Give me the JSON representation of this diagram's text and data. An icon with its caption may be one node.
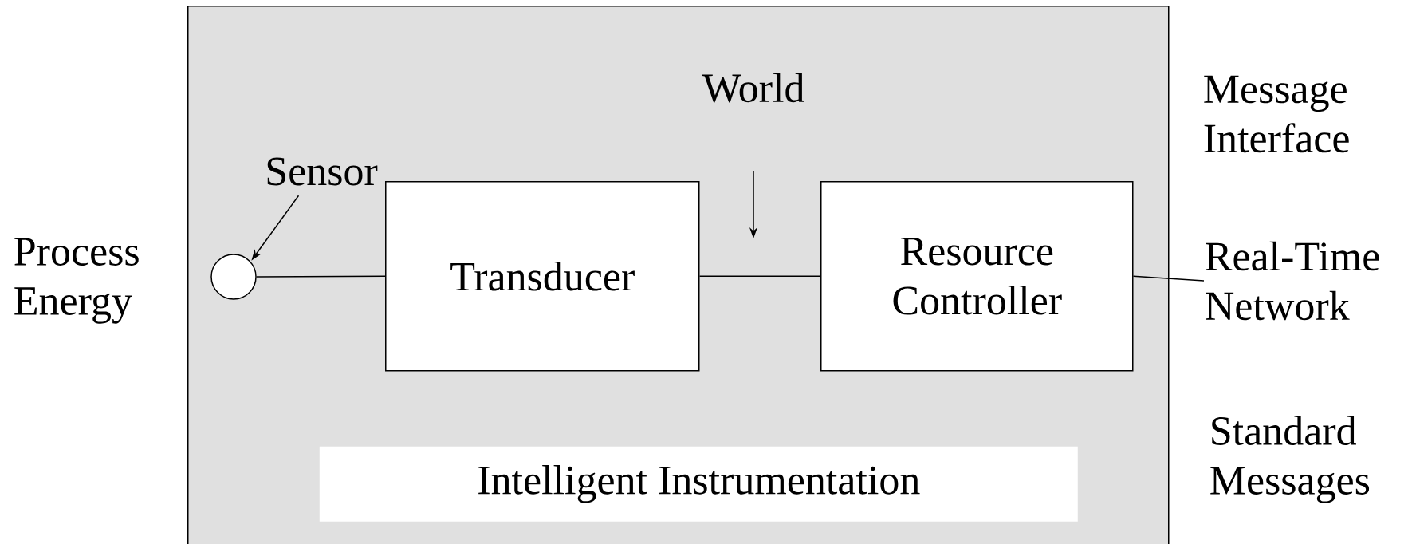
{
  "diagram": {
    "nodes": [
      {
        "text": [],
        "shape": "box"
      },
      {
        "text": [
          "Sensor"
        ],
        "in": 0
      },
      {
        "text": [],
        "shape": "circle",
        "in": 0
      },
      {
        "text": [
          "Transducer"
        ],
        "in": 0
      },
      {
        "text": [
          "Resource Controller"
        ],
        "in": 0
      },
      {
        "text": [
          "Real-Time Network"
        ]
      },
      {
        "text": [
          "Intelligent Instrumentation"
        ],
        "in": 0
      }
    ],
    "edges": [
      {
        "from": 1,
        "to": 2,
        "arrow": "to"
      },
      {
        "from": 2,
        "to": 3,
        "arrow": "none"
      },
      {
        "from": 3,
        "to": 4,
        "arrow": "none"
      },
      {
        "from": 4,
        "to": 5,
        "arrow": "none"
      }
    ],
    "labels": [
      "World",
      "Message Interface",
      "Process Energy",
      "Standard Messages"
    ]
  }
}
